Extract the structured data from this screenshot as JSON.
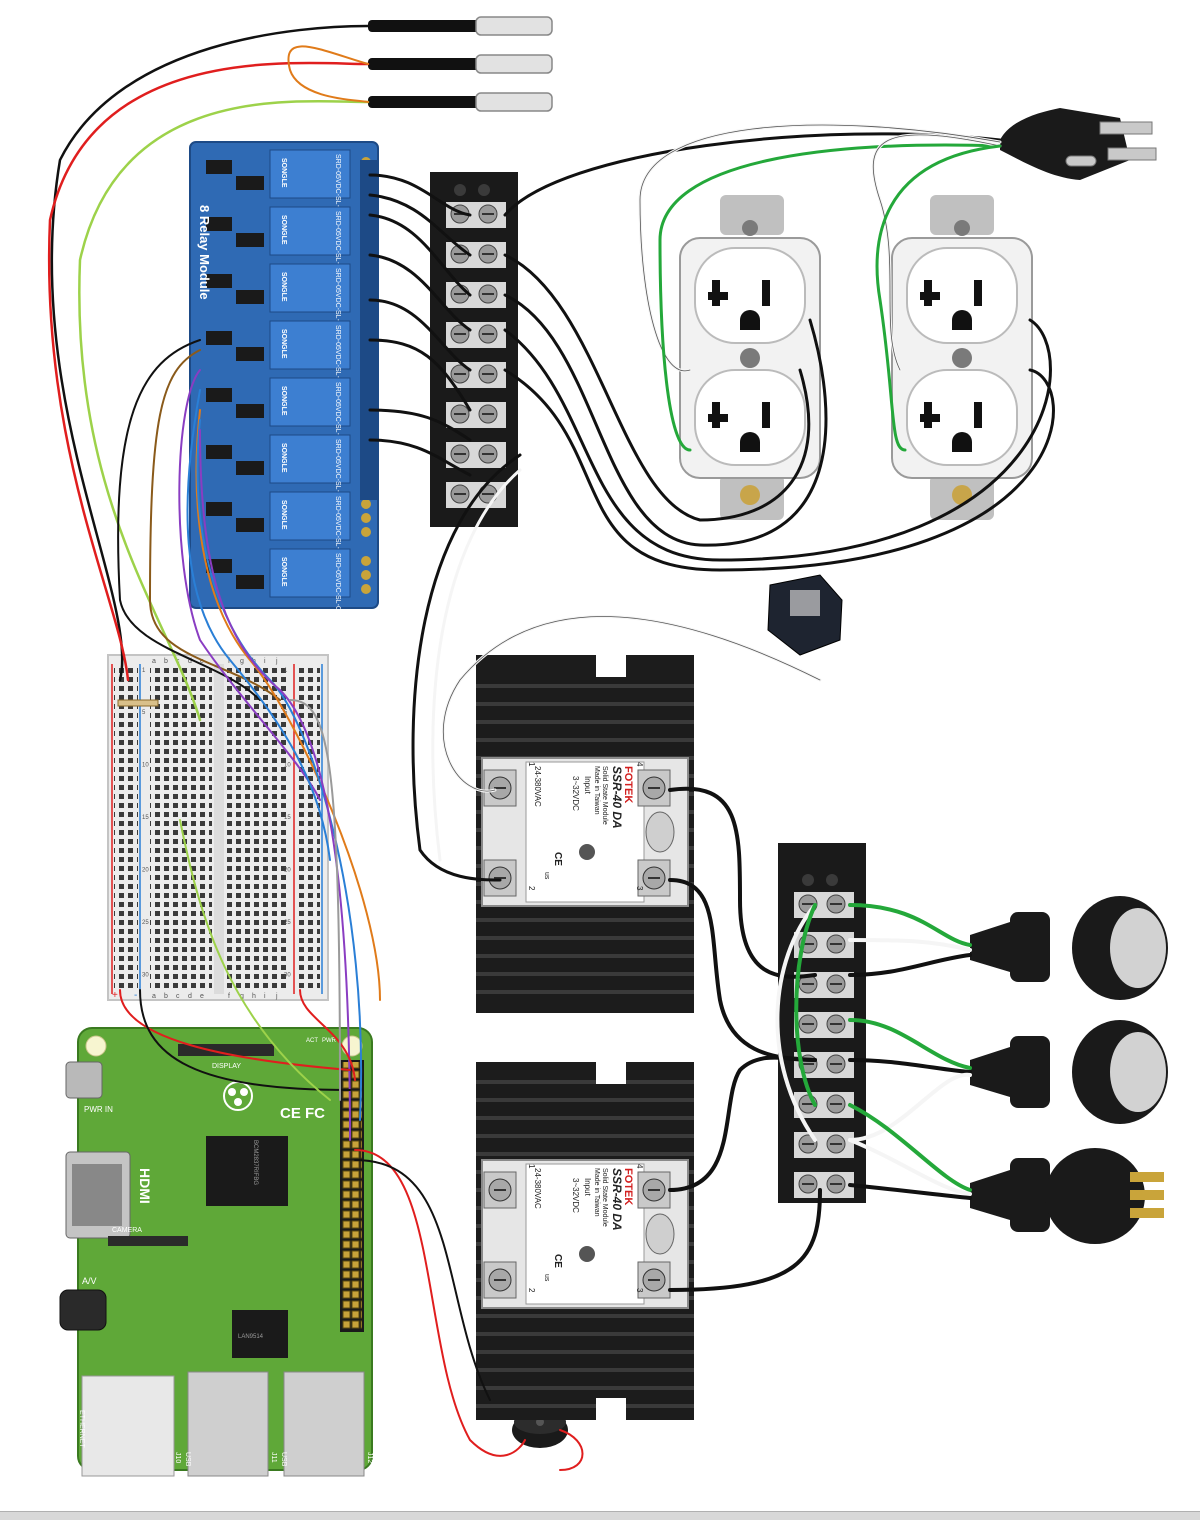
{
  "relay_module": {
    "label": "8 Relay Module",
    "relay_label": "SRD-05VDC-SL-C",
    "relay_brand": "SONGLE",
    "relay_count": 8
  },
  "ssr": [
    {
      "brand": "FOTEK",
      "model": "SSR-40 DA",
      "subtitle": "Solid State Module",
      "made_in": "Made in Taiwan",
      "input_label": "Input",
      "input_range": "3~32VDC",
      "output_range": "24-380VAC",
      "mark_ce": "CE",
      "mark_us": "us",
      "terminals": [
        "1",
        "2",
        "3",
        "4"
      ]
    },
    {
      "brand": "FOTEK",
      "model": "SSR-40 DA",
      "subtitle": "Solid State Module",
      "made_in": "Made in Taiwan",
      "input_label": "Input",
      "input_range": "3~32VDC",
      "output_range": "24-380VAC",
      "mark_ce": "CE",
      "mark_us": "us",
      "terminals": [
        "1",
        "2",
        "3",
        "4"
      ]
    }
  ],
  "raspberry_pi": {
    "hdmi_label": "HDMI",
    "usb_labels": [
      "USB",
      "USB"
    ],
    "jack_labels": [
      "J10",
      "J11",
      "J12"
    ],
    "display_label": "DISPLAY",
    "camera_label": "CAMERA",
    "av_label": "A/V",
    "pwr_label": "PWR IN",
    "act_label": "ACT",
    "pwr_led_label": "PWR",
    "soc_label": "BCM2837RIFBG",
    "lan_label": "LAN9514",
    "ethernet_label": "ETHERNET",
    "cert_mark": "CE FC"
  },
  "breadboard": {
    "row_numbers": [
      "1",
      "5",
      "10",
      "15",
      "20",
      "25",
      "30"
    ],
    "col_letters_left": [
      "a",
      "b",
      "c",
      "d",
      "e"
    ],
    "col_letters_right": [
      "f",
      "g",
      "h",
      "i",
      "j"
    ],
    "rail_plus": "+",
    "rail_minus": "-"
  },
  "sensors": {
    "count": 3
  },
  "colors": {
    "relay_board": "#2f6ab4",
    "relay_coil": "#3d7fd1",
    "pi_board": "#5fa838",
    "heatsink": "#1c1c1c",
    "terminal_block": "#1a1a1a",
    "outlet": "#f2f2f2",
    "wire_red": "#e01e1e",
    "wire_black": "#111111",
    "wire_green": "#24a83a",
    "wire_white": "#f7f7f7",
    "wire_blue": "#2a7fd6",
    "wire_orange": "#e07b1a",
    "wire_purple": "#8a3dc2",
    "wire_yellowgreen": "#9dd24a",
    "wire_brown": "#8a5a1a",
    "wire_gray": "#9a9a9a"
  }
}
